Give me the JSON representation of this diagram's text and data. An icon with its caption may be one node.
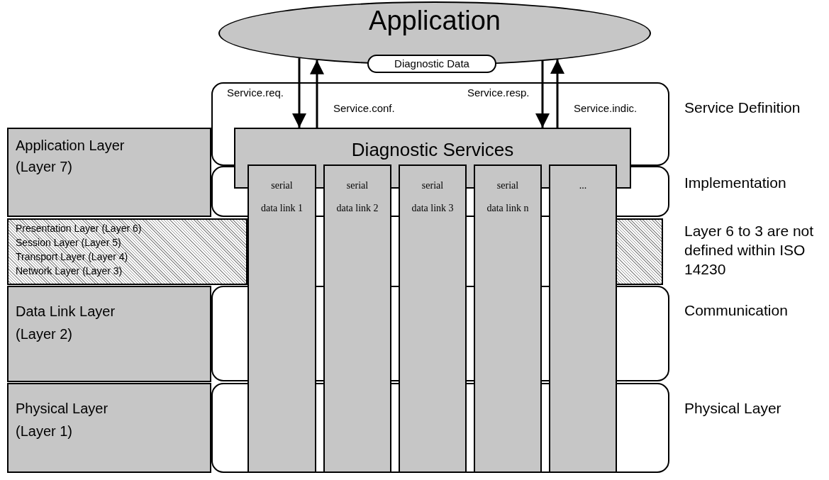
{
  "diagram": {
    "nodes": [
      {
        "text": [
          "Application"
        ]
      },
      {
        "text": [
          "Diagnostic Data"
        ]
      },
      {
        "text": [
          "Diagnostic Services"
        ]
      },
      {
        "text": [
          "Application Layer (Layer 7)"
        ]
      },
      {
        "text": [
          "serial",
          "data link 1"
        ]
      },
      {
        "text": [
          "serial",
          "data link 2"
        ]
      },
      {
        "text": [
          "serial",
          "data link 3"
        ]
      },
      {
        "text": [
          "serial",
          "data link n"
        ]
      },
      {
        "text": [
          "..."
        ]
      },
      {
        "text": [
          "Presentation Layer  (Layer 6)",
          "Session Layer  (Layer 5)",
          "Transport Layer  (Layer 4)",
          "Network Layer  (Layer 3)"
        ]
      },
      {
        "text": [
          "Data Link Layer (Layer 2)"
        ]
      },
      {
        "text": [
          "Physical Layer (Layer 1)"
        ]
      }
    ],
    "edges": [
      {
        "from": 0,
        "to": 2,
        "arrow": "to",
        "label": "Service.req."
      },
      {
        "from": 2,
        "to": 0,
        "arrow": "to",
        "label": "Service.conf."
      },
      {
        "from": 0,
        "to": 2,
        "arrow": "to",
        "label": "Service.resp."
      },
      {
        "from": 2,
        "to": 0,
        "arrow": "to",
        "label": "Service.indic."
      }
    ],
    "labels": [
      "Service Definition",
      "Implementation",
      "Layer 6 to 3 are not defined within ISO 14230",
      "Communication",
      "Physical Layer"
    ]
  }
}
